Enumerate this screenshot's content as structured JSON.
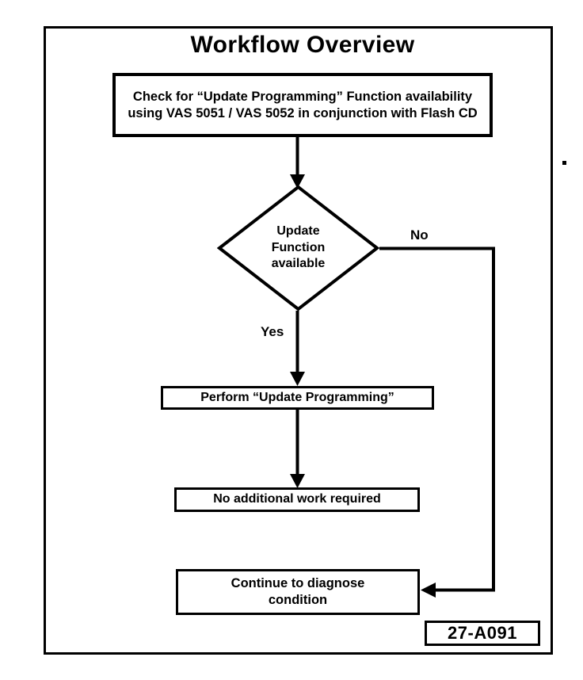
{
  "diagram": {
    "title": "Workflow Overview",
    "reference_id": "27-A091",
    "type": "flowchart",
    "nodes": [
      {
        "id": "check",
        "shape": "process",
        "text": "Check for “Update Programming” Function availability using VAS 5051 / VAS 5052 in conjunction with Flash CD"
      },
      {
        "id": "decision",
        "shape": "decision",
        "line1": "Update",
        "line2": "Function",
        "line3": "available"
      },
      {
        "id": "perform",
        "shape": "process",
        "text": "Perform “Update Programming”"
      },
      {
        "id": "no_additional",
        "shape": "process",
        "text": "No additional work required"
      },
      {
        "id": "continue",
        "shape": "process",
        "line1": "Continue to diagnose",
        "line2": "condition"
      }
    ],
    "edges": [
      {
        "from": "check",
        "to": "decision",
        "label": ""
      },
      {
        "from": "decision",
        "to": "perform",
        "label": "Yes"
      },
      {
        "from": "perform",
        "to": "no_additional",
        "label": ""
      },
      {
        "from": "decision",
        "to": "continue",
        "label": "No"
      }
    ],
    "branch_labels": {
      "yes": "Yes",
      "no": "No"
    },
    "colors": {
      "ink": "#000000",
      "paper": "#ffffff"
    }
  }
}
